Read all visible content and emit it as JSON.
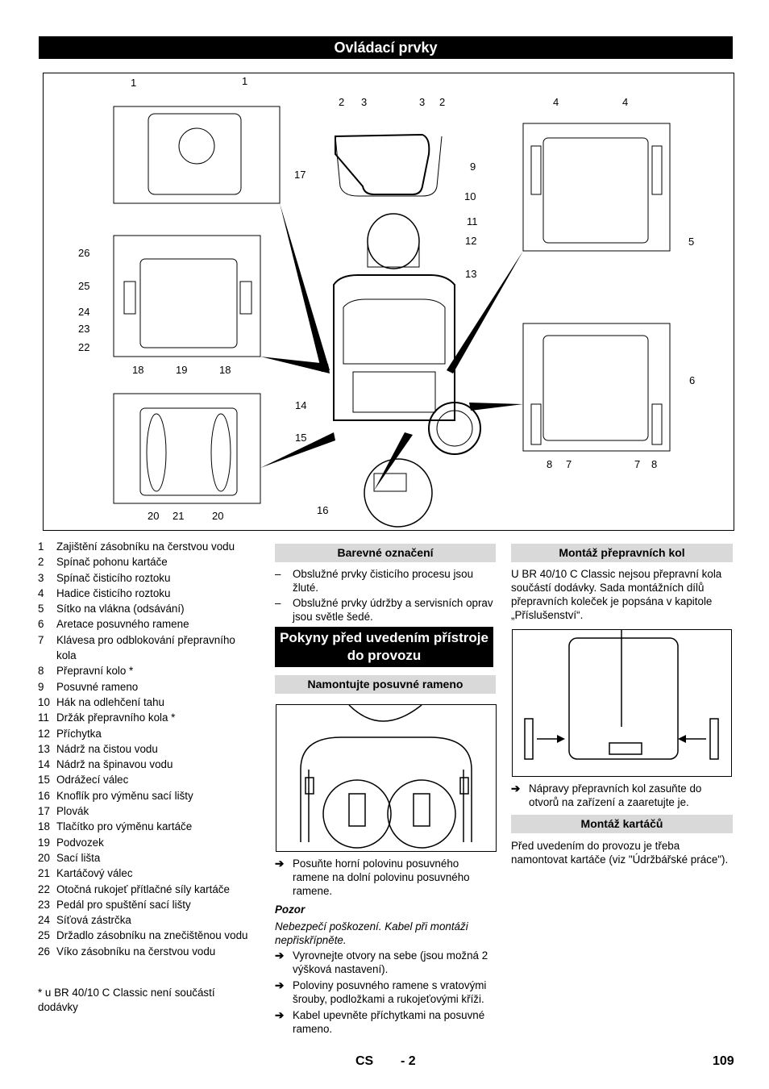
{
  "header": {
    "title": "Ovládací prvky"
  },
  "figure_callouts": [
    "1",
    "1",
    "2",
    "3",
    "3",
    "2",
    "4",
    "4",
    "9",
    "10",
    "11",
    "12",
    "13",
    "17",
    "26",
    "25",
    "24",
    "23",
    "22",
    "5",
    "6",
    "18",
    "19",
    "18",
    "14",
    "15",
    "16",
    "20",
    "21",
    "20",
    "8",
    "7",
    "7",
    "8"
  ],
  "items": [
    {
      "num": "1",
      "text": "Zajištění zásobníku na čerstvou vodu"
    },
    {
      "num": "2",
      "text": "Spínač pohonu kartáče"
    },
    {
      "num": "3",
      "text": "Spínač čisticího roztoku"
    },
    {
      "num": "4",
      "text": "Hadice čisticího roztoku"
    },
    {
      "num": "5",
      "text": "Sítko na vlákna (odsávání)"
    },
    {
      "num": "6",
      "text": "Aretace posuvného ramene"
    },
    {
      "num": "7",
      "text": "Klávesa pro odblokování přepravního kola"
    },
    {
      "num": "8",
      "text": "Přepravní kolo *"
    },
    {
      "num": "9",
      "text": "Posuvné rameno"
    },
    {
      "num": "10",
      "text": "Hák na odlehčení tahu"
    },
    {
      "num": "11",
      "text": "Držák přepravního kola *"
    },
    {
      "num": "12",
      "text": "Příchytka"
    },
    {
      "num": "13",
      "text": "Nádrž na čistou vodu"
    },
    {
      "num": "14",
      "text": "Nádrž na špinavou vodu"
    },
    {
      "num": "15",
      "text": "Odrážecí válec"
    },
    {
      "num": "16",
      "text": "Knoflík pro výměnu sací lišty"
    },
    {
      "num": "17",
      "text": "Plovák"
    },
    {
      "num": "18",
      "text": "Tlačítko pro výměnu kartáče"
    },
    {
      "num": "19",
      "text": "Podvozek"
    },
    {
      "num": "20",
      "text": "Sací lišta"
    },
    {
      "num": "21",
      "text": "Kartáčový válec"
    },
    {
      "num": "22",
      "text": "Otočná rukojeť přítlačné síly kartáče"
    },
    {
      "num": "23",
      "text": "Pedál pro spuštění sací lišty"
    },
    {
      "num": "24",
      "text": "Síťová zástrčka"
    },
    {
      "num": "25",
      "text": "Držadlo zásobníku na znečištěnou vodu"
    },
    {
      "num": "26",
      "text": "Víko zásobníku na čerstvou vodu"
    }
  ],
  "footnote": "* u BR 40/10 C Classic není součástí dodávky",
  "color_marking": {
    "heading": "Barevné označení",
    "items": [
      "Obslužné prvky čisticího procesu jsou žluté.",
      "Obslužné prvky údržby a servisních oprav jsou světle šedé."
    ],
    "bullet": "–"
  },
  "startup": {
    "heading": "Pokyny před uvedením přístroje do provozu",
    "subheading": "Namontujte posuvné rameno",
    "step1": "Posuňte horní polovinu posuvného ramene na dolní polovinu posuvného ramene.",
    "caution_title": "Pozor",
    "caution_text": "Nebezpečí poškození. Kabel při montáži nepřiskřípněte.",
    "steps": [
      "Vyrovnejte otvory na sebe (jsou možná 2 výšková nastavení).",
      "Poloviny posuvného ramene s vratovými šrouby, podložkami a rukojeťovými kříži.",
      "Kabel upevněte příchytkami na posuvné rameno."
    ],
    "arrow": "➔"
  },
  "transport": {
    "heading": "Montáž přepravních kol",
    "text": "U BR 40/10 C Classic nejsou přepravní kola součástí dodávky. Sada montážních dílů přepravních koleček je popsána v kapitole „Příslušenství“.",
    "step": "Nápravy přepravních kol zasuňte do otvorů na zařízení a zaaretujte je."
  },
  "brushes": {
    "heading": "Montáž kartáčů",
    "text": "Před uvedením do provozu je třeba namontovat kartáče (viz \"Údržbářské práce\")."
  },
  "footer": {
    "lang": "CS",
    "section": "- 2",
    "page": "109"
  }
}
